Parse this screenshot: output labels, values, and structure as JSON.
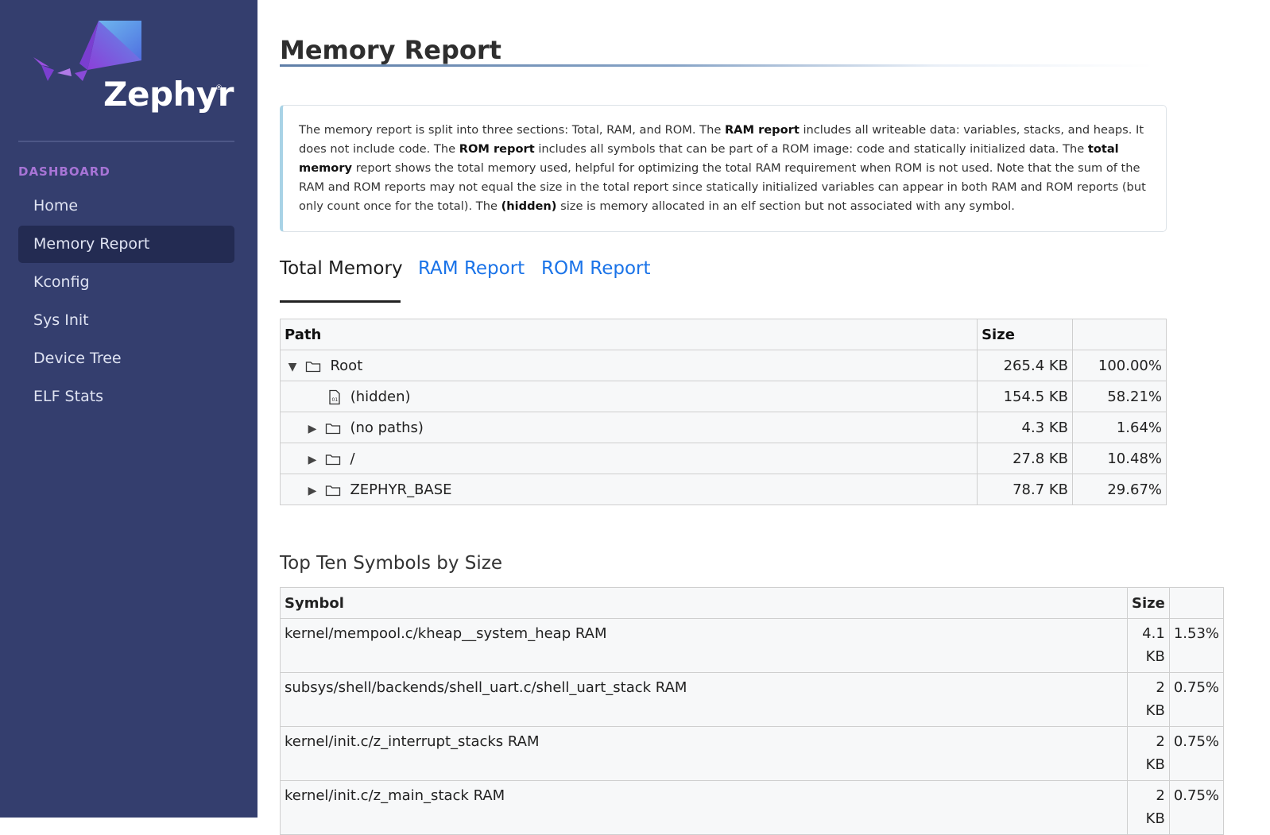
{
  "sidebar": {
    "brand": "Zephyr",
    "brand_mark": "®",
    "section": "DASHBOARD",
    "items": [
      {
        "label": "Home"
      },
      {
        "label": "Memory Report"
      },
      {
        "label": "Kconfig"
      },
      {
        "label": "Sys Init"
      },
      {
        "label": "Device Tree"
      },
      {
        "label": "ELF Stats"
      }
    ]
  },
  "page": {
    "title": "Memory Report"
  },
  "note": {
    "t1": "The memory report is split into three sections: Total, RAM, and ROM. The ",
    "b1": "RAM report",
    "t2": " includes all writeable data: variables, stacks, and heaps. It does not include code. The ",
    "b2": "ROM report",
    "t3": " includes all symbols that can be part of a ROM image: code and statically initialized data. The ",
    "b3": "total memory",
    "t4": " report shows the total memory used, helpful for optimizing the total RAM requirement when ROM is not used. Note that the sum of the RAM and ROM reports may not equal the size in the total report since statically initialized variables can appear in both RAM and ROM reports (but only count once for the total). The ",
    "b4": "(hidden)",
    "t5": " size is memory allocated in an elf section but not associated with any symbol."
  },
  "tabs": [
    {
      "label": "Total Memory",
      "active": true
    },
    {
      "label": "RAM Report",
      "active": false
    },
    {
      "label": "ROM Report",
      "active": false
    }
  ],
  "tree": {
    "headers": {
      "path": "Path",
      "size": "Size",
      "pct": ""
    },
    "rows": [
      {
        "name": "Root",
        "size": "265.4 KB",
        "pct": "100.00%",
        "icon": "folder-icon",
        "toggle": "expanded"
      },
      {
        "name": "(hidden)",
        "size": "154.5 KB",
        "pct": "58.21%",
        "icon": "file-icon",
        "toggle": "none"
      },
      {
        "name": "(no paths)",
        "size": "4.3 KB",
        "pct": "1.64%",
        "icon": "folder-icon",
        "toggle": "collapsed"
      },
      {
        "name": "/",
        "size": "27.8 KB",
        "pct": "10.48%",
        "icon": "folder-icon",
        "toggle": "collapsed"
      },
      {
        "name": "ZEPHYR_BASE",
        "size": "78.7 KB",
        "pct": "29.67%",
        "icon": "folder-icon",
        "toggle": "collapsed"
      }
    ]
  },
  "symbols": {
    "title": "Top Ten Symbols by Size",
    "headers": {
      "symbol": "Symbol",
      "size": "Size",
      "pct": ""
    },
    "rows": [
      {
        "symbol": "kernel/mempool.c/kheap__system_heap RAM",
        "size_num": "4.1",
        "size_unit": "KB",
        "pct": "1.53%"
      },
      {
        "symbol": "subsys/shell/backends/shell_uart.c/shell_uart_stack RAM",
        "size_num": "2",
        "size_unit": "KB",
        "pct": "0.75%"
      },
      {
        "symbol": "kernel/init.c/z_interrupt_stacks RAM",
        "size_num": "2",
        "size_unit": "KB",
        "pct": "0.75%"
      },
      {
        "symbol": "kernel/init.c/z_main_stack RAM",
        "size_num": "2",
        "size_unit": "KB",
        "pct": "0.75%"
      }
    ]
  },
  "colors": {
    "sidebar_bg": "#343e6e",
    "sidebar_active": "#232b52",
    "accent_section": "#a774d6",
    "link": "#1a73e8"
  }
}
